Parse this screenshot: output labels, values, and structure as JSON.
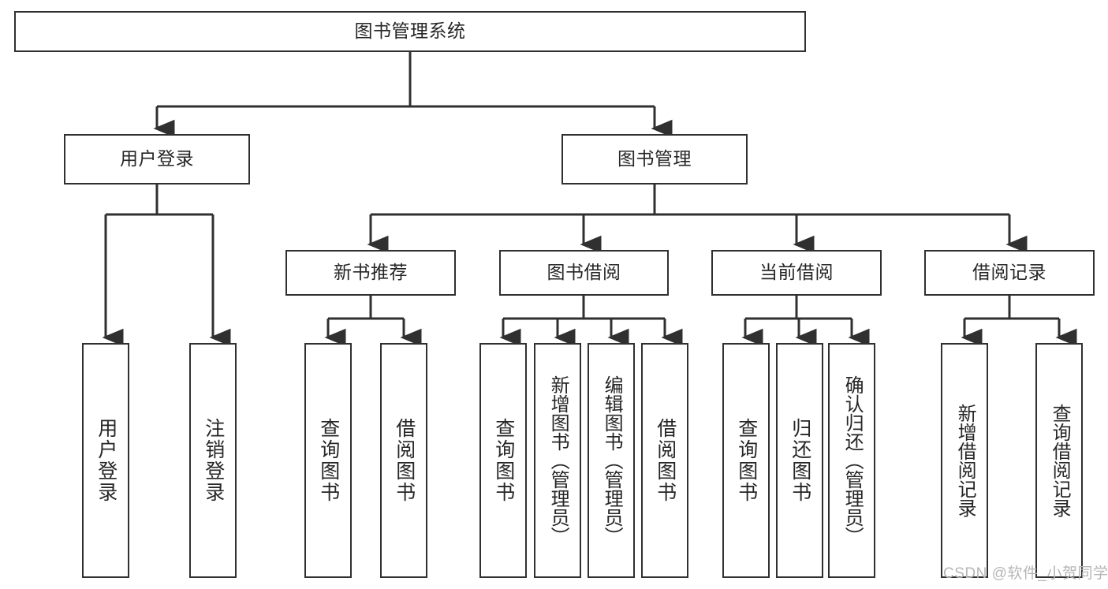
{
  "diagram": {
    "type": "hierarchy-tree",
    "title": "图书管理系统",
    "levels": 4,
    "root": {
      "label": "图书管理系统",
      "id": "root"
    },
    "level2": [
      {
        "id": "user-login",
        "label": "用户登录"
      },
      {
        "id": "book-management",
        "label": "图书管理"
      }
    ],
    "level3": [
      {
        "id": "new-book-recommend",
        "label": "新书推荐",
        "parent": "book-management"
      },
      {
        "id": "book-borrow",
        "label": "图书借阅",
        "parent": "book-management"
      },
      {
        "id": "current-borrow",
        "label": "当前借阅",
        "parent": "book-management"
      },
      {
        "id": "borrow-record",
        "label": "借阅记录",
        "parent": "book-management"
      }
    ],
    "leaves": [
      {
        "id": "leaf-user-login",
        "label": "用户登录",
        "parent": "user-login"
      },
      {
        "id": "leaf-logout-login",
        "label": "注销登录",
        "parent": "user-login"
      },
      {
        "id": "leaf-query-book-1",
        "label": "查询图书",
        "parent": "new-book-recommend"
      },
      {
        "id": "leaf-borrow-book-1",
        "label": "借阅图书",
        "parent": "new-book-recommend"
      },
      {
        "id": "leaf-query-book-2",
        "label": "查询图书",
        "parent": "book-borrow"
      },
      {
        "id": "leaf-add-book",
        "label": "新增图书（管理员）",
        "parent": "book-borrow"
      },
      {
        "id": "leaf-edit-book",
        "label": "编辑图书（管理员）",
        "parent": "book-borrow"
      },
      {
        "id": "leaf-borrow-book-2",
        "label": "借阅图书",
        "parent": "book-borrow"
      },
      {
        "id": "leaf-query-book-3",
        "label": "查询图书",
        "parent": "current-borrow"
      },
      {
        "id": "leaf-return-book",
        "label": "归还图书",
        "parent": "current-borrow"
      },
      {
        "id": "leaf-confirm-return",
        "label": "确认归还（管理员）",
        "parent": "current-borrow"
      },
      {
        "id": "leaf-add-record",
        "label": "新增借阅记录",
        "parent": "borrow-record"
      },
      {
        "id": "leaf-query-record",
        "label": "查询借阅记录",
        "parent": "borrow-record"
      }
    ],
    "colors": {
      "border": "#303030",
      "background": "#ffffff",
      "text": "#262626",
      "connector": "#303030",
      "watermark": "#b6b6b6"
    }
  },
  "watermark": {
    "text": "CSDN @软件_小贺同学"
  }
}
